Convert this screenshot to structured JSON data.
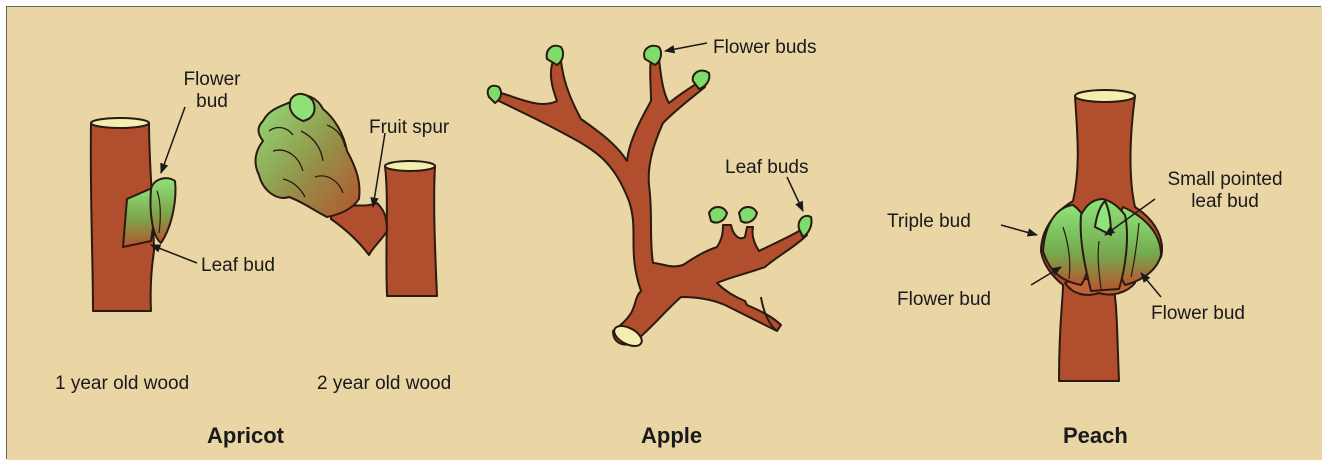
{
  "colors": {
    "background": "#ead5a5",
    "bark": "#b04e2d",
    "outline": "#2a1a12",
    "bud_green": "#7ddc6a",
    "cut_wood": "#f3efb0"
  },
  "panels": {
    "apricot": {
      "title": "Apricot",
      "labels": {
        "flower_bud_line1": "Flower",
        "flower_bud_line2": "bud",
        "leaf_bud": "Leaf bud",
        "fruit_spur": "Fruit spur",
        "one_year": "1 year old wood",
        "two_year": "2 year old wood"
      }
    },
    "apple": {
      "title": "Apple",
      "labels": {
        "flower_buds": "Flower buds",
        "leaf_buds": "Leaf buds"
      }
    },
    "peach": {
      "title": "Peach",
      "labels": {
        "small_pointed_line1": "Small pointed",
        "small_pointed_line2": "leaf bud",
        "triple_bud": "Triple bud",
        "flower_bud_left": "Flower bud",
        "flower_bud_right": "Flower bud"
      }
    }
  }
}
